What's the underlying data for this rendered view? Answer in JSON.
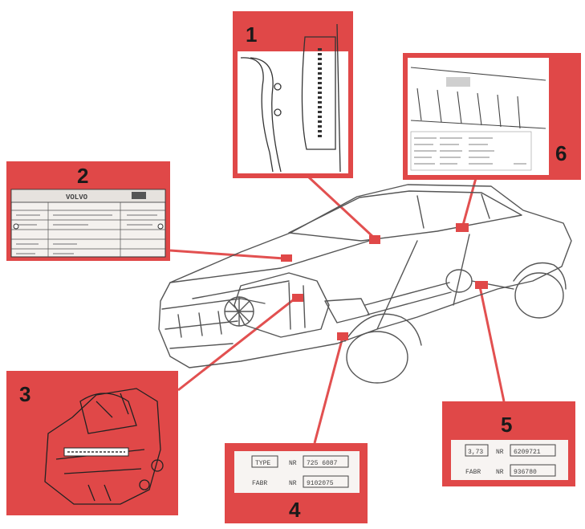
{
  "colors": {
    "accent_red": "#e04848",
    "line_red": "#e25050",
    "plate_bg": "#f7f4f2",
    "car_line": "#555555"
  },
  "callouts": [
    {
      "number": "1"
    },
    {
      "number": "2"
    },
    {
      "number": "3"
    },
    {
      "number": "4"
    },
    {
      "number": "5"
    },
    {
      "number": "6"
    }
  ],
  "plate_type": {
    "brand": "VOLVO"
  },
  "plate_gearbox": {
    "row1_label": "TYPE",
    "row1_prefix": "NR",
    "row1_value": "725 6087",
    "row2_label": "FABR",
    "row2_prefix": "NR",
    "row2_value": "9102075"
  },
  "plate_axle": {
    "row1_label": "3,73",
    "row1_prefix": "NR",
    "row1_value": "6209721",
    "row2_label": "FABR",
    "row2_prefix": "NR",
    "row2_value": "936780"
  }
}
